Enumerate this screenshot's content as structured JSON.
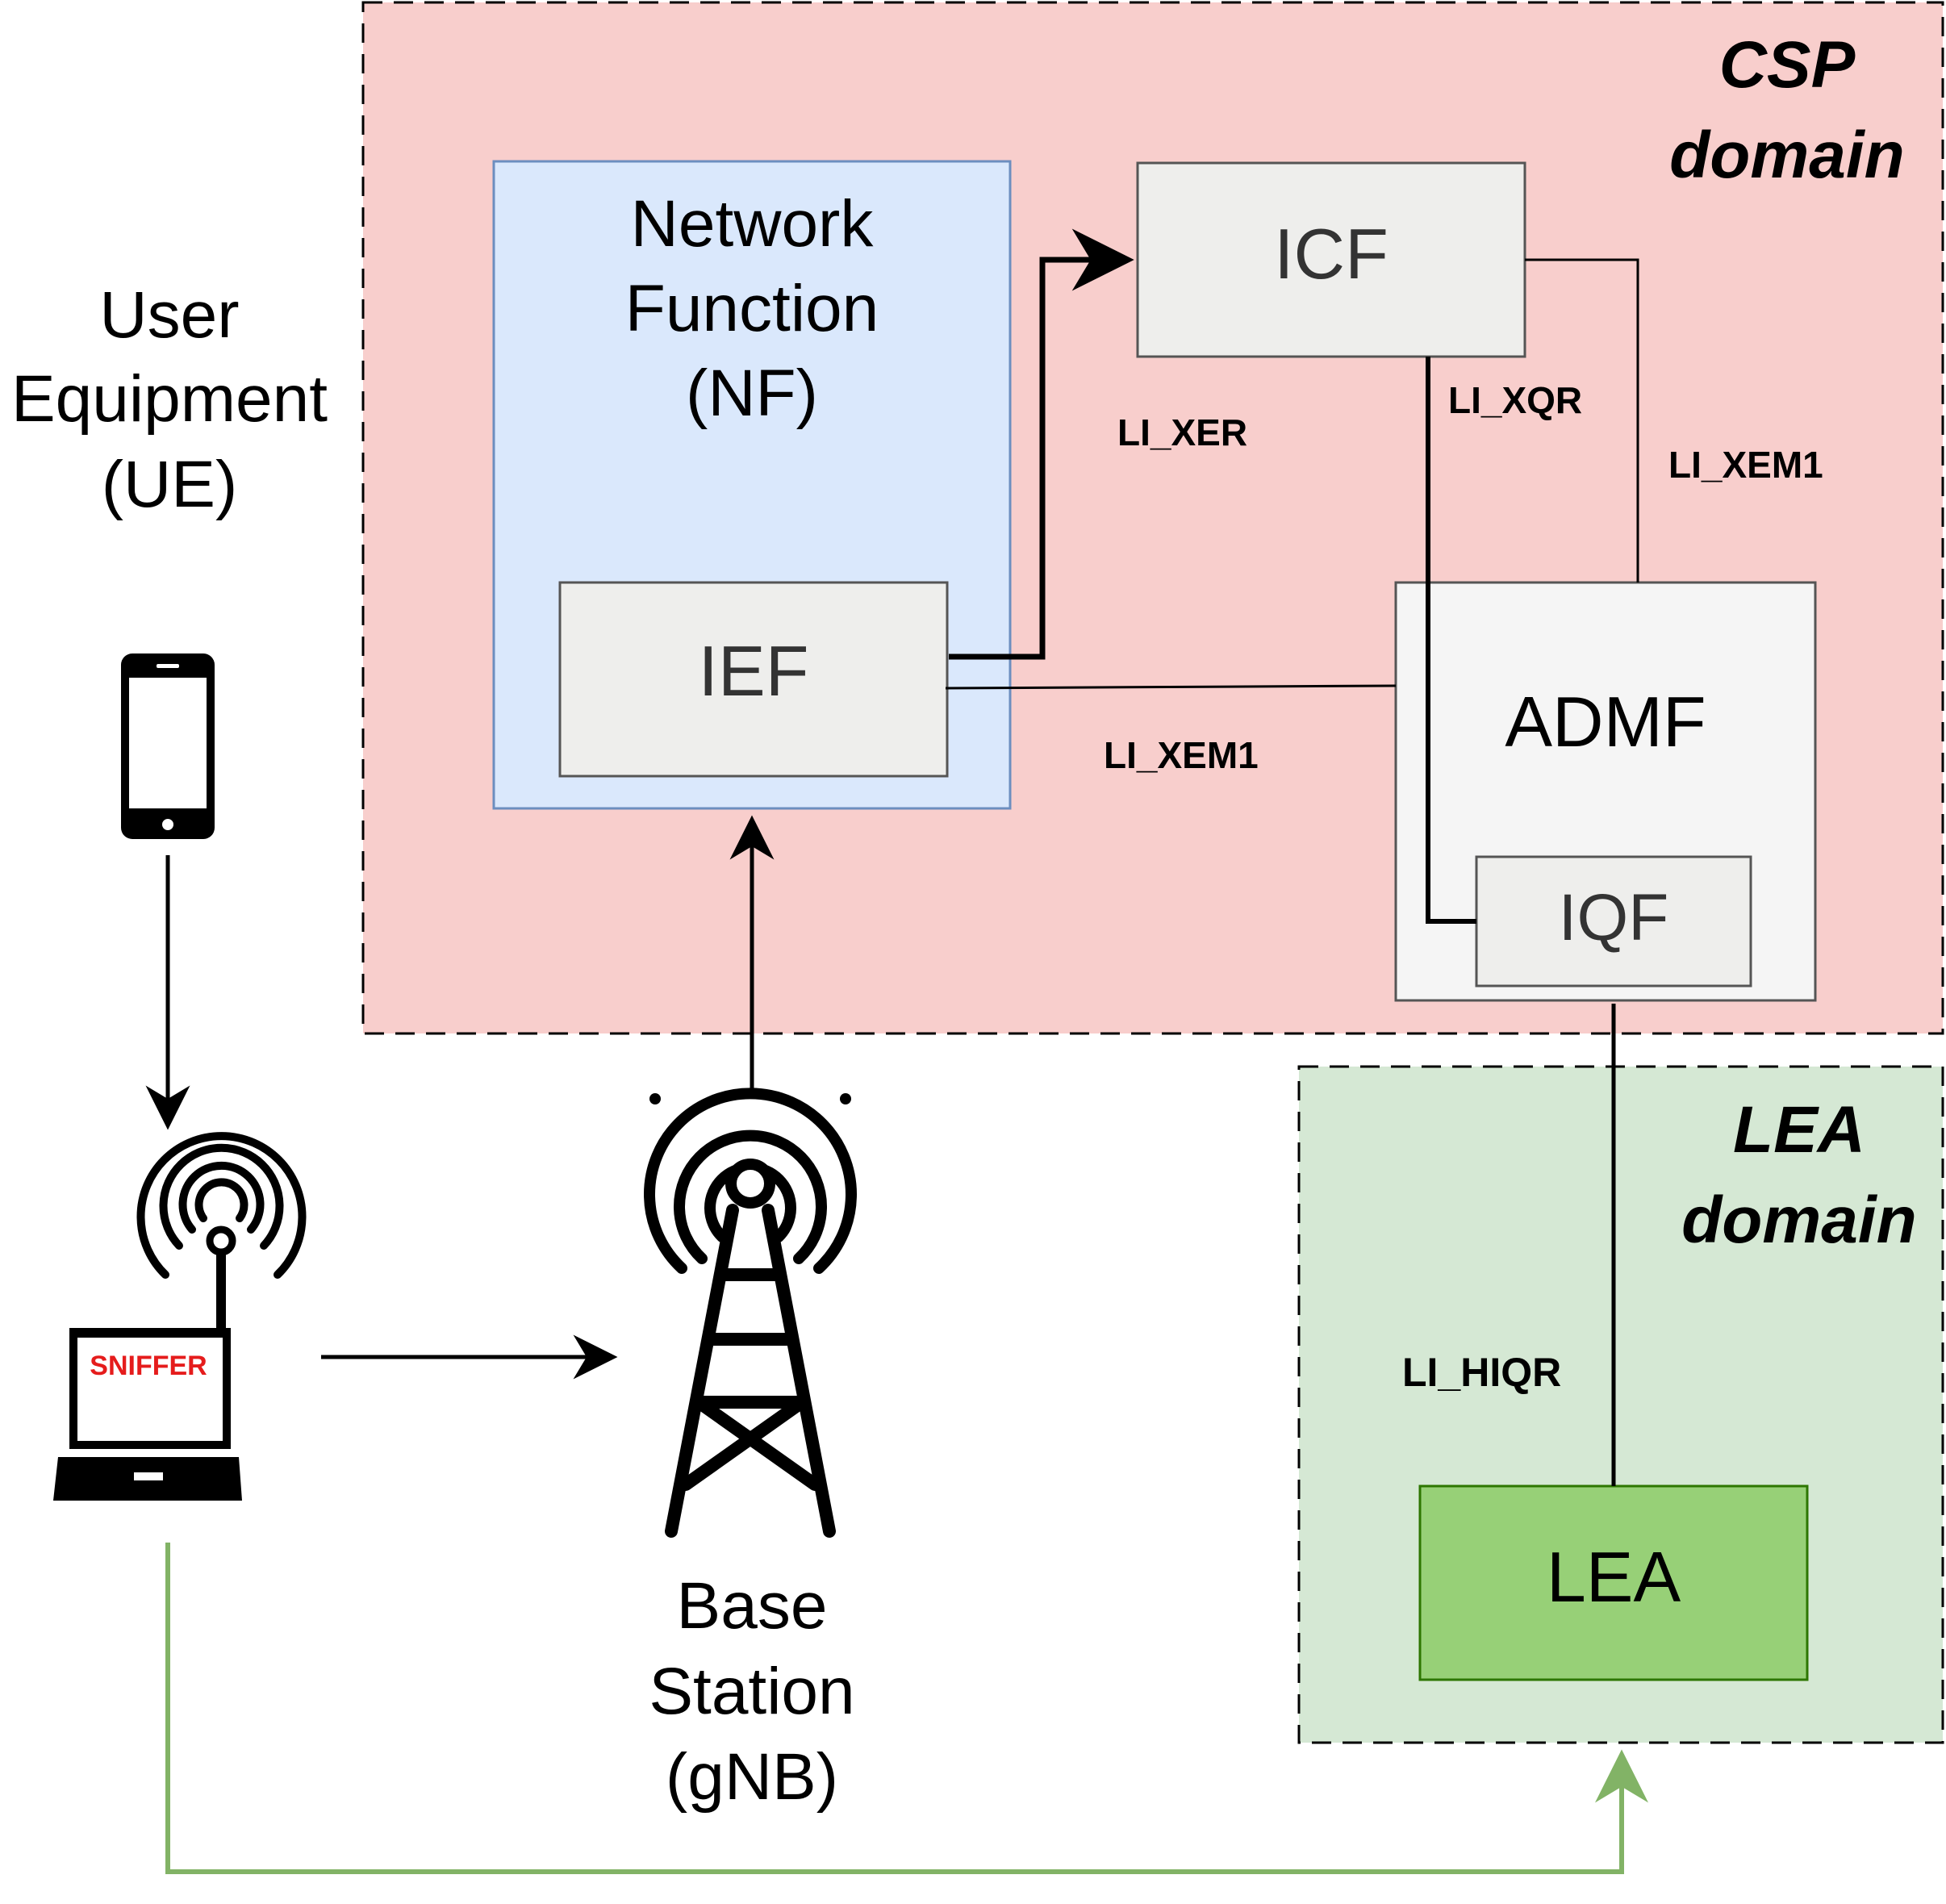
{
  "domains": {
    "csp": {
      "line1": "CSP",
      "line2": "domain"
    },
    "lea": {
      "line1": "LEA",
      "line2": "domain"
    }
  },
  "nodes": {
    "nf": {
      "line1": "Network",
      "line2": "Function",
      "line3": "(NF)"
    },
    "ief": "IEF",
    "icf": "ICF",
    "admf": "ADMF",
    "iqf": "IQF",
    "lea": "LEA",
    "ue": {
      "line1": "User",
      "line2": "Equipment",
      "line3": "(UE)"
    },
    "sniffer": "SNIFFER",
    "gnb": {
      "line1": "Base",
      "line2": "Station",
      "line3": "(gNB)"
    }
  },
  "interfaces": {
    "xer": "LI_XER",
    "xqr": "LI_XQR",
    "xem1_icf": "LI_XEM1",
    "xem1_ief": "LI_XEM1",
    "hiqr": "LI_HIQR"
  },
  "colors": {
    "csp_fill": "#f8cecc",
    "lea_fill": "#d5e8d4",
    "nf_fill": "#dae8fc",
    "nf_stroke": "#6c8ebf",
    "function_fill": "#eeeeec",
    "admf_fill": "#f5f5f5",
    "lea_box_fill": "#97d077",
    "lea_box_stroke": "#2d7600",
    "green_link": "#82b366",
    "sniffer_text": "#e51c1c"
  },
  "icons": {
    "ue": "smartphone-icon",
    "sniffer": "laptop-antenna-icon",
    "gnb": "cell-tower-icon"
  }
}
